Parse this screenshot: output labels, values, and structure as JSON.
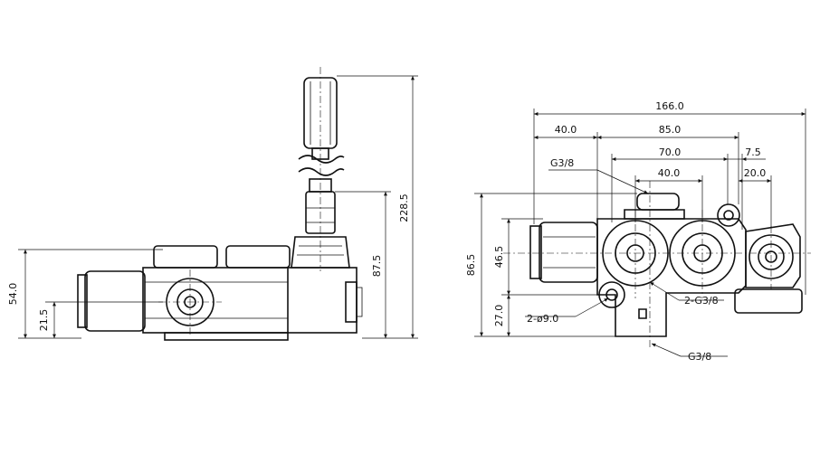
{
  "side_view": {
    "dims": {
      "total_height": "228.5",
      "body_height": "54.0",
      "port_height": "21.5",
      "handle_base": "87.5"
    }
  },
  "front_view": {
    "dims": {
      "total_width": "166.0",
      "left_offset": "40.0",
      "port_span": "85.0",
      "spool_span": "70.0",
      "bore_span": "40.0",
      "right_offset": "7.5",
      "outlet_offset": "20.0",
      "height": "86.5",
      "port_center": "46.5",
      "mount_height": "27.0"
    },
    "callouts": {
      "top_port": "G3/8",
      "side_ports": "2-G3/8",
      "mount_holes": "2-ø9.0",
      "bottom_port": "G3/8"
    }
  }
}
